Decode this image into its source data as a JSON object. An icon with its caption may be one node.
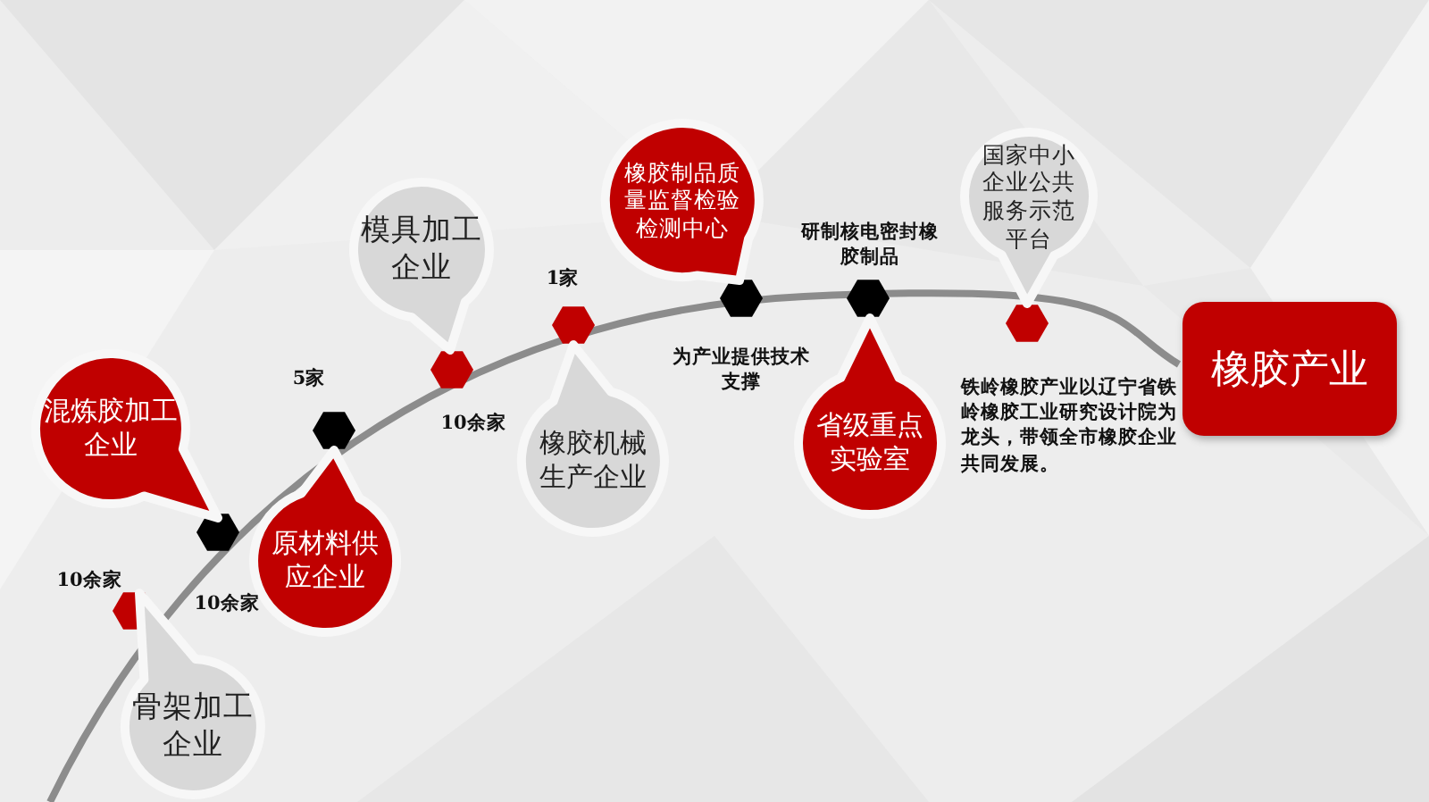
{
  "diagram": {
    "nodes": [
      {
        "text": [
          "混炼胶加工企业"
        ]
      },
      {
        "text": [
          "骨架加工企业"
        ]
      },
      {
        "text": [
          "原材料供应企业"
        ]
      },
      {
        "text": [
          "模具加工企业"
        ]
      },
      {
        "text": [
          "橡胶机械生产企业"
        ]
      },
      {
        "text": [
          "橡胶制品质量监督检验检测中心"
        ]
      },
      {
        "text": [
          "省级重点实验室"
        ]
      },
      {
        "text": [
          "国家中小企业公共服务示范平台"
        ]
      },
      {
        "text": [
          "橡胶产业"
        ]
      }
    ],
    "labels": [
      "10余家",
      "10余家",
      "5家",
      "10余家",
      "1家",
      "为产业提供技术支撑",
      "研制核电密封橡胶制品",
      "铁岭橡胶产业以辽宁省铁岭橡胶工业研究设计院为龙头，带领全市橡胶企业共同发展。"
    ]
  }
}
